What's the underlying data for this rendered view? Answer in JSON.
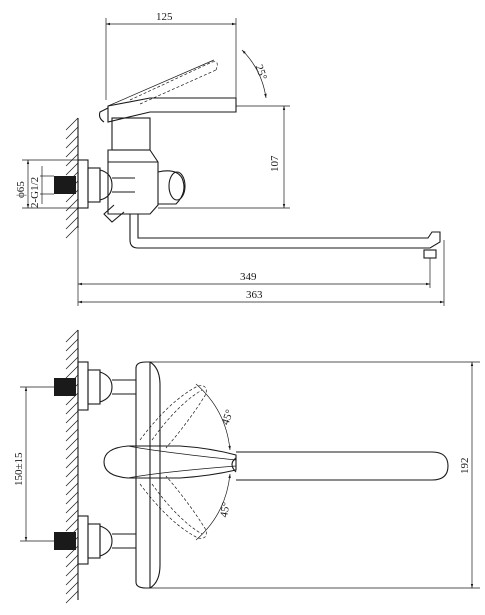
{
  "side_view": {
    "dim_top_width": "125",
    "dim_lever_angle": "25°",
    "dim_height": "107",
    "dim_diameter": "ϕ65",
    "dim_thread": "2-G1/2",
    "dim_spout_length": "349",
    "dim_total_length": "363"
  },
  "top_view": {
    "dim_angle_upper": "45°",
    "dim_angle_lower": "45°",
    "dim_spacing": "150±15",
    "dim_depth": "192"
  },
  "colors": {
    "line": "#1a1a1a",
    "background": "#ffffff"
  }
}
